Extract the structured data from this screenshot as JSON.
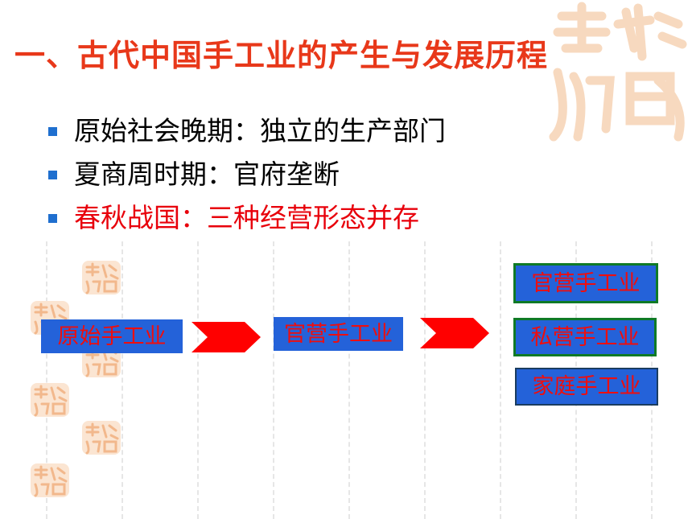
{
  "title": "一、古代中国手工业的产生与发展历程",
  "bullets": [
    {
      "text": "原始社会晚期：独立的生产部门",
      "highlight": false
    },
    {
      "text": "夏商周时期：官府垄断",
      "highlight": false
    },
    {
      "text": "春秋战国：三种经营形态并存",
      "highlight": true
    }
  ],
  "flow": {
    "source": "原始手工业",
    "middle": "官营手工业",
    "branches": [
      "官营手工业",
      "私营手工业",
      "家庭手工业"
    ]
  },
  "colors": {
    "title": "#e8381a",
    "highlight": "#e8000b",
    "box_fill": "#2462d9",
    "box_text": "#ee0e0e",
    "arrow": "#ff0000",
    "bullet": "#1f6fcf"
  },
  "decor": {
    "seal_icon": "auspicious-seal-stamp"
  }
}
